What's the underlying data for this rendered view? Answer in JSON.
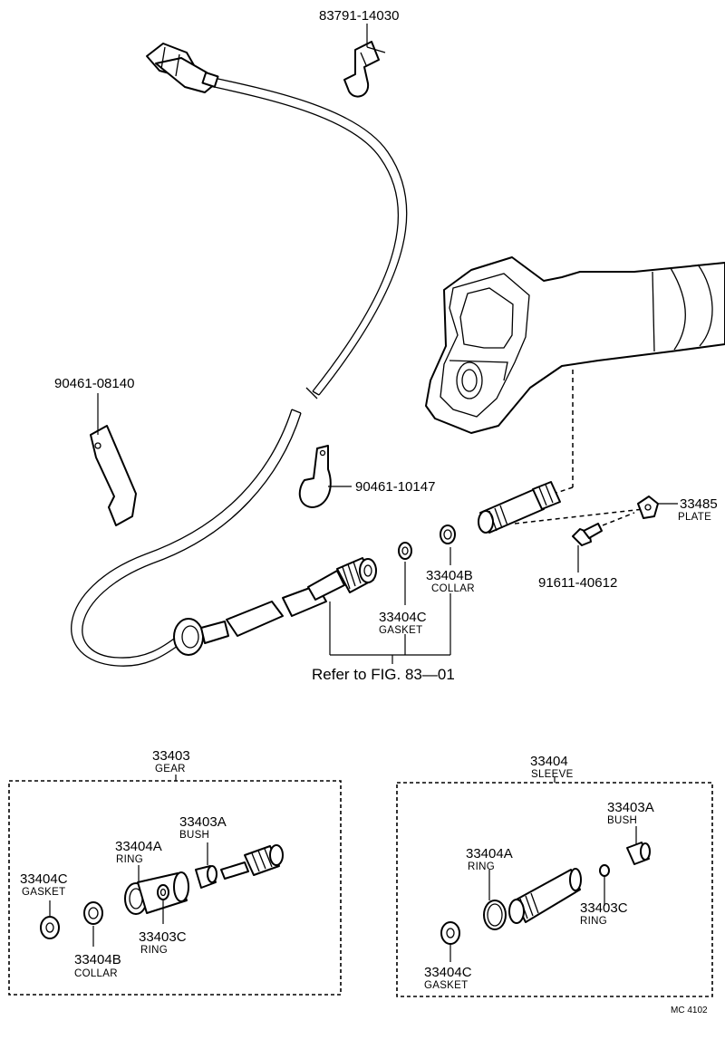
{
  "parts": {
    "clamp_top": {
      "number": "83791-14030"
    },
    "clamp_left": {
      "number": "90461-08140"
    },
    "clamp_mid": {
      "number": "90461-10147"
    },
    "plate": {
      "number": "33485",
      "name": "PLATE"
    },
    "bolt": {
      "number": "91611-40612"
    },
    "collar": {
      "number": "33404B",
      "name": "COLLAR"
    },
    "gasket": {
      "number": "33404C",
      "name": "GASKET"
    },
    "refer": {
      "text": "Refer to FIG. 83—01"
    },
    "gear_assy": {
      "number": "33403",
      "name": "GEAR"
    },
    "sleeve_assy": {
      "number": "33404",
      "name": "SLEEVE"
    }
  },
  "gear_box": {
    "bush": {
      "number": "33403A",
      "name": "BUSH"
    },
    "ring_a": {
      "number": "33404A",
      "name": "RING"
    },
    "gasket": {
      "number": "33404C",
      "name": "GASKET"
    },
    "ring_c": {
      "number": "33403C",
      "name": "RING"
    },
    "collar": {
      "number": "33404B",
      "name": "COLLAR"
    }
  },
  "sleeve_box": {
    "bush": {
      "number": "33403A",
      "name": "BUSH"
    },
    "ring_a": {
      "number": "33404A",
      "name": "RING"
    },
    "ring_c": {
      "number": "33403C",
      "name": "RING"
    },
    "gasket": {
      "number": "33404C",
      "name": "GASKET"
    }
  },
  "diagram_code": "MC 4102",
  "colors": {
    "ink": "#000000",
    "paper": "#ffffff"
  }
}
